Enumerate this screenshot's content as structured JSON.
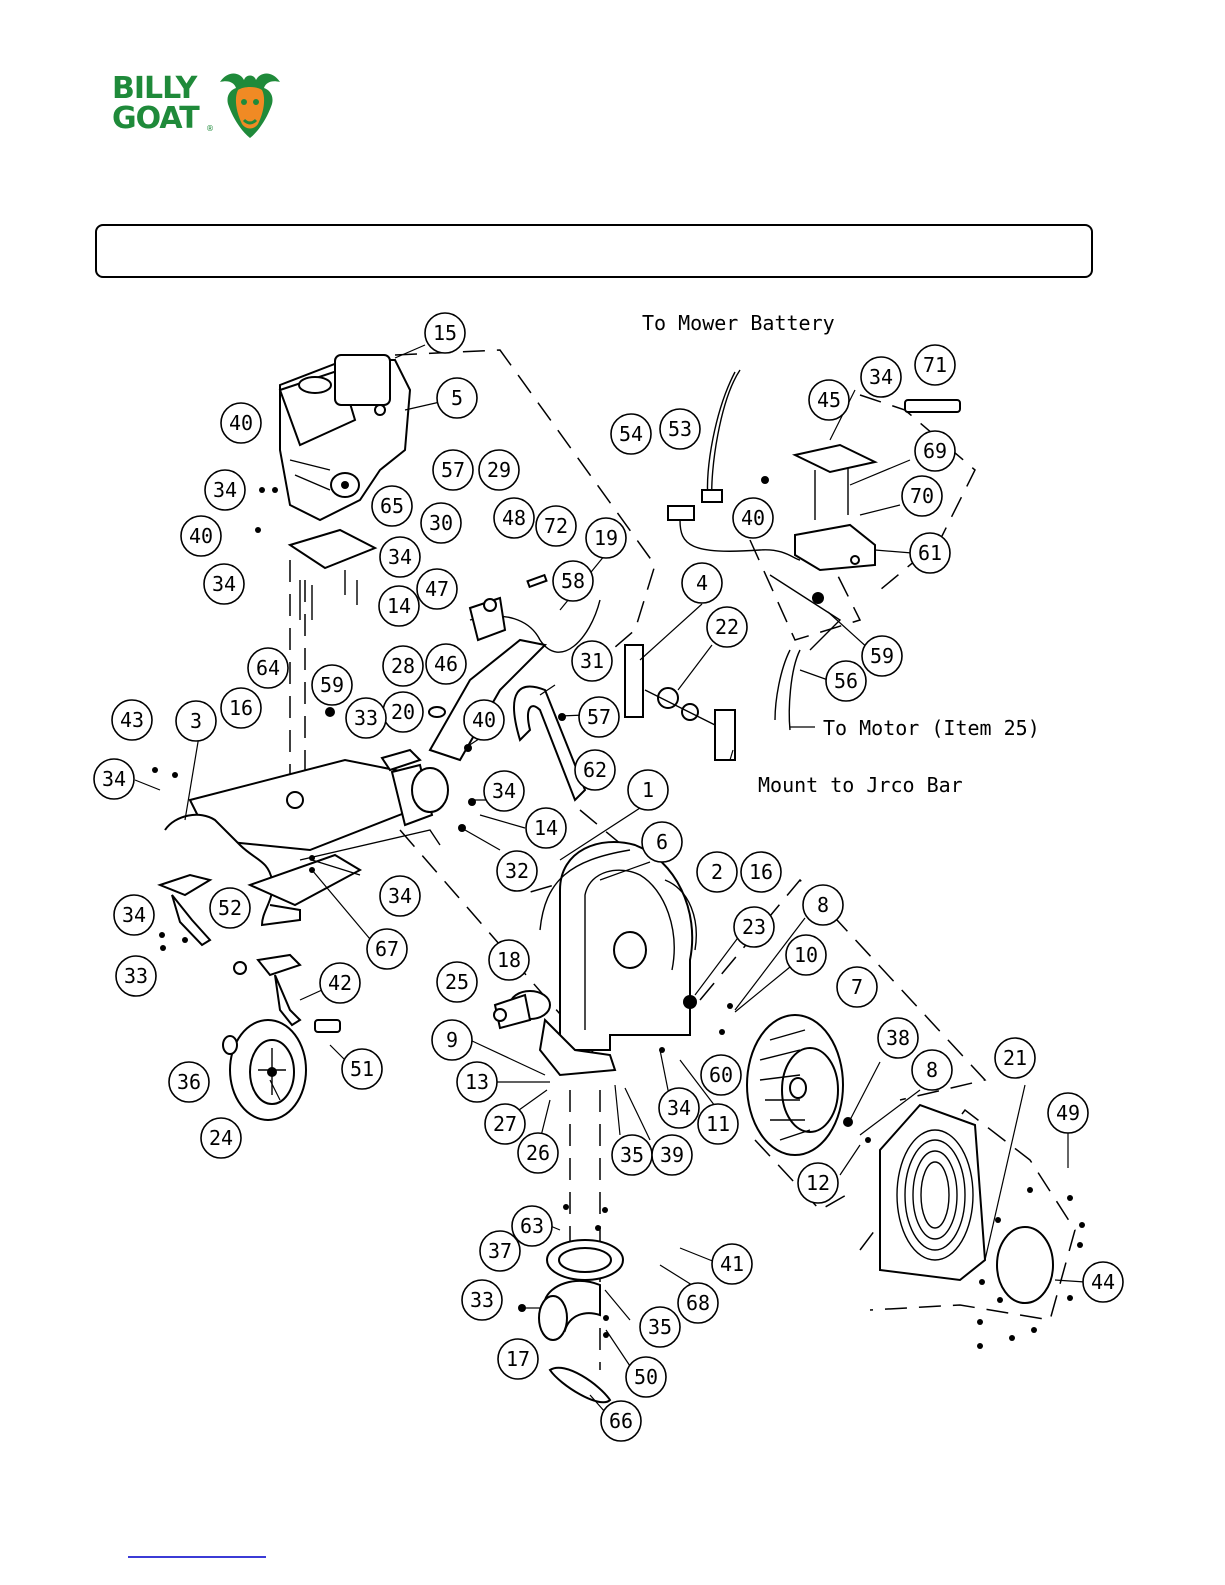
{
  "brand": {
    "line1": "BILLY",
    "line2": "GOAT",
    "registered": "®",
    "green": "#1f8a3a",
    "orange": "#f08a24"
  },
  "notes": {
    "battery": "To Mower Battery",
    "motor": "To Motor (Item 25)",
    "mount": "Mount to Jrco Bar"
  },
  "callouts": [
    "15",
    "5",
    "40",
    "34",
    "40",
    "34",
    "65",
    "34",
    "14",
    "57",
    "29",
    "30",
    "48",
    "72",
    "58",
    "47",
    "46",
    "19",
    "54",
    "53",
    "45",
    "34",
    "71",
    "69",
    "40",
    "70",
    "61",
    "59",
    "56",
    "4",
    "22",
    "31",
    "28",
    "20",
    "57",
    "62",
    "40",
    "33",
    "59",
    "64",
    "16",
    "3",
    "43",
    "34",
    "34",
    "14",
    "32",
    "34",
    "67",
    "34",
    "33",
    "52",
    "42",
    "36",
    "24",
    "51",
    "1",
    "6",
    "2",
    "16",
    "8",
    "23",
    "10",
    "18",
    "25",
    "7",
    "9",
    "13",
    "27",
    "26",
    "35",
    "39",
    "34",
    "11",
    "60",
    "38",
    "8",
    "12",
    "21",
    "49",
    "44",
    "63",
    "37",
    "33",
    "41",
    "68",
    "35",
    "17",
    "50",
    "66"
  ]
}
